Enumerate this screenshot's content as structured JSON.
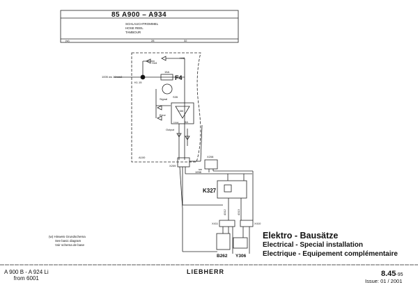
{
  "header": {
    "title": "85 A900 – A934",
    "subtitle_de": "SCHLAUCHTROMMEL",
    "subtitle_en": "HOSE REEL",
    "subtitle_fr": "TAMBOUR",
    "ref_mark": "(w)",
    "col_a": "28",
    "col_b": "32"
  },
  "diagram": {
    "wire_note": "1005 ws 10mm2",
    "k115": "K1.15",
    "h44": "H44",
    "h48": "H48",
    "fuse_rating": "15A",
    "fuse": "F4",
    "s35": "S35",
    "signal": "Signal",
    "y156": "Y156",
    "imax": "I max",
    "imax_val": "9A",
    "error": "Error",
    "output": "Output",
    "a100": "A100",
    "x209": "X209",
    "x208": "X208",
    "k327": "K327",
    "x411": "X411",
    "x410": "X410",
    "b262": "B262",
    "y306": "Y306",
    "w1998": "1998",
    "sw": "sw",
    "w4312": "4312",
    "w4313": "4313"
  },
  "notes": {
    "line1": "(w) Hinweis Grundschema",
    "line2": "See basic diagram",
    "line3": "Voir schema de base"
  },
  "titles": {
    "de": "Elektro - Bausätze",
    "en": "Electrical - Special installation",
    "fr": "Electrique - Equipement complémentaire"
  },
  "footer": {
    "models": "A 900 B - A 924 Li",
    "serial": "from 6001",
    "brand": "LIEBHERR",
    "page_main": "8.45",
    "page_sub": "-95",
    "issue": "Issue: 01 / 2001"
  }
}
